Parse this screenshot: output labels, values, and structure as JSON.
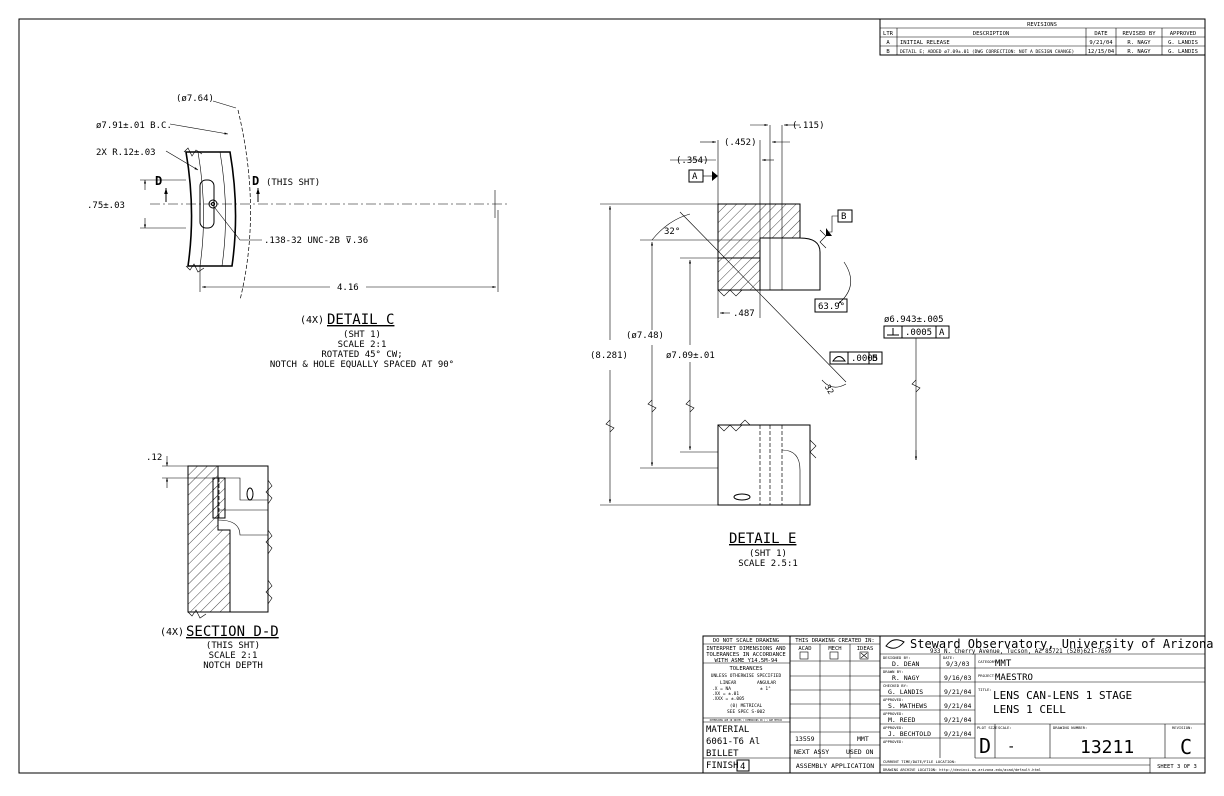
{
  "revisions": {
    "title": "REVISIONS",
    "headers": [
      "LTR",
      "DESCRIPTION",
      "DATE",
      "REVISED BY",
      "APPROVED"
    ],
    "rows": [
      [
        "A",
        "INITIAL RELEASE",
        "9/21/04",
        "R. NAGY",
        "G. LANDIS"
      ],
      [
        "B",
        "DETAIL E; ADDED ø7.09±.01 (DWG CORRECTION: NOT A DESIGN CHANGE)",
        "12/15/04",
        "R. NAGY",
        "G. LANDIS"
      ]
    ]
  },
  "detail_c": {
    "dim_bc_ref": "(ø7.64)",
    "dim_bc": "ø7.91±.01 B.C.",
    "dim_radius": "2X R.12±.03",
    "dim_height": ".75±.03",
    "section_letter_left": "D",
    "section_letter_right": "D",
    "section_note": "(THIS SHT)",
    "hole_note": ".138-32 UNC-2B ⊽.36",
    "dim_length": "4.16",
    "qty": "(4X)",
    "title": "DETAIL C",
    "sheet_ref": "(SHT 1)",
    "scale": "SCALE 2:1",
    "rotation": "ROTATED 45° CW;",
    "note": "NOTCH & HOLE EQUALLY SPACED AT 90°"
  },
  "section_dd": {
    "dim_top": ".12",
    "qty": "(4X)",
    "title": "SECTION D-D",
    "sheet_ref": "(THIS SHT)",
    "scale": "SCALE 2:1",
    "note": "NOTCH DEPTH"
  },
  "detail_e": {
    "dim_115": "(.115)",
    "dim_452": "(.452)",
    "dim_354": "(.354)",
    "datum_a": "A",
    "datum_b": "B",
    "angle_32": "32°",
    "angle_32_b": "32",
    "dim_487": ".487",
    "angle_639": "63.9°",
    "dim_6943": "ø6.943±.005",
    "fcf_perp_tol": ".0005",
    "fcf_perp_datum": "A",
    "fcf_profile_tol": ".0005",
    "fcf_profile_datum": "B",
    "dim_8281": "(8.281)",
    "dim_748": "(ø7.48)",
    "dim_709": "ø7.09±.01",
    "title": "DETAIL E",
    "sheet_ref": "(SHT 1)",
    "scale": "SCALE 2.5:1"
  },
  "title_block": {
    "no_scale": "DO NOT SCALE DRAWING",
    "interpret_1": "INTERPRET DIMENSIONS AND",
    "interpret_2": "TOLERANCES IN ACCORDANCE",
    "interpret_3": "WITH ASME Y14.5M-94",
    "tolerances": "TOLERANCES",
    "unless": "UNLESS OTHERWISE SPECIFIED",
    "linear": "LINEAR",
    "angular": "ANGULAR",
    "tol_x": ".X  = NA",
    "tol_xx": ".XX = ±.01",
    "tol_xxx": ".XXX = ±.005",
    "tol_ang": "± 1°",
    "metrical": "(0) METRICAL",
    "spec": "SEE SPEC S-002",
    "fine_print": "DIMENSIONS ARE IN INCHES / DIMENSIONS IN ( ) ARE METRIC",
    "created_in": "THIS DRAWING CREATED IN:",
    "cad_opts": [
      "ACAD",
      "MECH",
      "IDEAS"
    ],
    "material_label": "MATERIAL",
    "material_1": "6061-T6 Al",
    "material_2": "BILLET",
    "finish_label": "FINISH",
    "finish_value": "4",
    "next_assy_val": "13559",
    "used_on_val": "MMT",
    "next_assy": "NEXT ASSY",
    "used_on": "USED ON",
    "assembly_app": "ASSEMBLY APPLICATION",
    "org": "Steward Observatory, University of Arizona",
    "address": "933 N. Cherry Avenue, Tucson, AZ 85721   (520)621-7659",
    "designed_by_label": "DESIGNED BY:",
    "designed_by": "D. DEAN",
    "date_label": "DATE:",
    "designed_date": "9/3/03",
    "drawn_by_label": "DRAWN BY:",
    "drawn_by": "R. NAGY",
    "drawn_date": "9/16/03",
    "checked_by_label": "CHECKED BY:",
    "checked_by": "G. LANDIS",
    "checked_date": "9/21/04",
    "approved_label": "APPROVED:",
    "approved_1": "S. MATHEWS",
    "approved_1_date": "9/21/04",
    "approved_2": "M. REED",
    "approved_2_date": "9/21/04",
    "approved_3": "J. BECHTOLD",
    "approved_3_date": "9/21/04",
    "category_label": "CATEGORY:",
    "category": "MMT",
    "project_label": "PROJECT:",
    "project": "MAESTRO",
    "title_label": "TITLE:",
    "title_1": "LENS CAN-LENS 1 STAGE",
    "title_2": "LENS 1 CELL",
    "plot_size_label": "PLOT SIZE",
    "plot_size": "D",
    "scale_label": "SCALE:",
    "scale": "-",
    "drawing_number_label": "DRAWING NUMBER:",
    "drawing_number": "13211",
    "revision_label": "REVISION:",
    "revision": "C",
    "current_time_label": "CURRENT TIME/DATE/FILE LOCATION:",
    "archive_label": "DRAWING ARCHIVE LOCATION: http://devinci.as.arizona.edu/acad/default.html",
    "sheet": "SHEET 3 OF 3"
  }
}
